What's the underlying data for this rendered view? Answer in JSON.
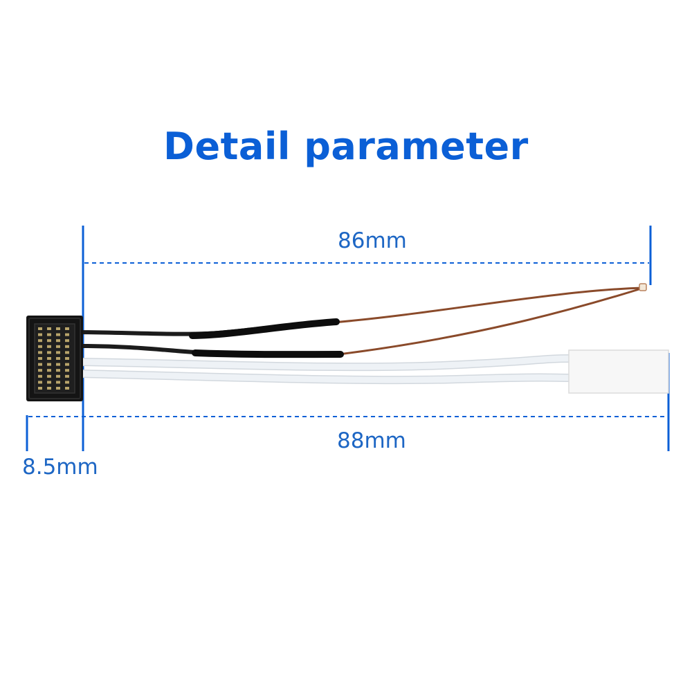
{
  "title": "Detail parameter",
  "dimensions": {
    "top_length": "86mm",
    "bottom_length": "88mm",
    "connector_width": "8.5mm"
  },
  "colors": {
    "accent_blue": "#0b5fd6",
    "label_blue": "#1d66c4",
    "connector_black": "#111111",
    "wire_black": "#1c1c1c",
    "wire_copper": "#8a4a2a",
    "wire_white": "#eef2f6",
    "heater_white": "#f7f7f7"
  }
}
